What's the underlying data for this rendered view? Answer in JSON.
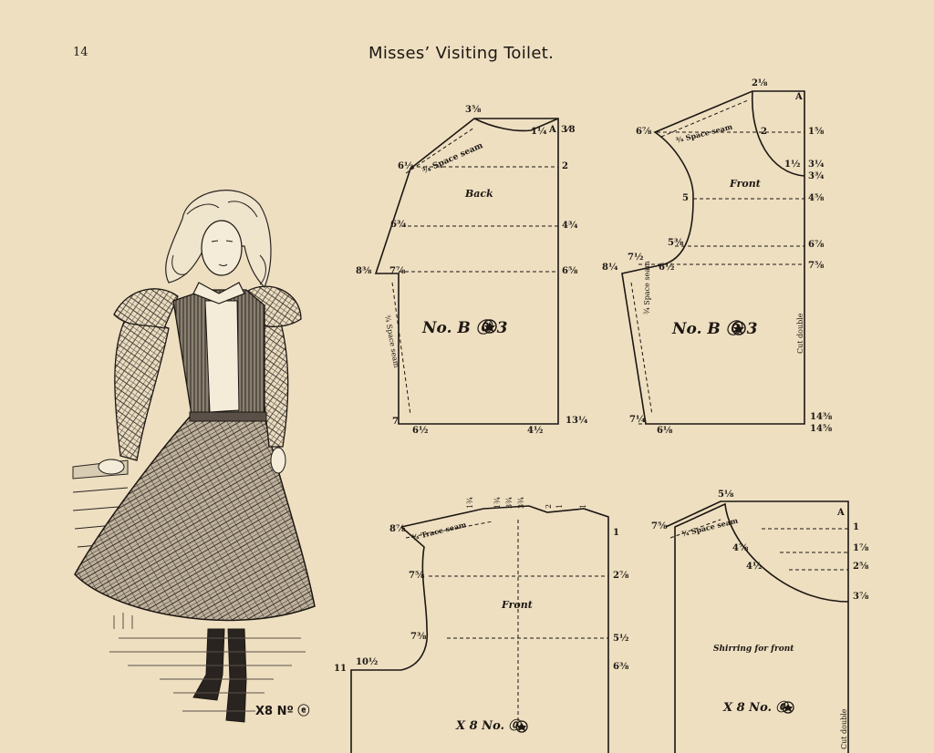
{
  "header": {
    "page_number": "14",
    "title": "Misses’ Visiting Toilet."
  },
  "illustration": {
    "caption": "X8 Nº ⓔ"
  },
  "patterns": {
    "back": {
      "name": "Back",
      "number": "No. B ⓪ 3",
      "seam_label": "¾ Space seam",
      "labels": [
        "3⅝",
        "1¼",
        "A",
        "3⁄8",
        "6½",
        "2",
        "6¾",
        "4¾",
        "8⅜",
        "7⅞",
        "6⅝",
        "7",
        "6½",
        "4½",
        "13¼"
      ],
      "side_seam": "¾ Space seam"
    },
    "front_top": {
      "name": "Front",
      "number": "No. B ⓪ 3",
      "seam_label": "¾ Space seam",
      "labels": [
        "2⅛",
        "A",
        "6⅞",
        "2",
        "1⅝",
        "1½",
        "3¼",
        "3¾",
        "5",
        "4⅝",
        "5⅜",
        "6⅞",
        "7½",
        "8¼",
        "6½",
        "7⅝",
        "7¼",
        "6⅛",
        "14⅜",
        "14⅝"
      ],
      "side_seam": "¾ Space seam",
      "fold": "Cut double"
    },
    "front_bottom_left": {
      "name": "Front",
      "number": "X 8 No. ⓪",
      "seam_label": "¾ Trace seam",
      "top_labels": [
        "1¾",
        "1¾",
        "3¾",
        "3¾",
        "2",
        "1",
        "1"
      ],
      "labels": [
        "8⅞",
        "1",
        "7⅝",
        "2⅞",
        "7⅜",
        "5½",
        "11",
        "10½",
        "6⅜"
      ]
    },
    "shirring_front": {
      "name": "Shirring for front",
      "number": "X 8 No. ⓪",
      "seam_label": "¾ Space seam",
      "labels": [
        "5⅛",
        "A",
        "7⅝",
        "1",
        "4⅞",
        "1⅞",
        "4½",
        "2⅝",
        "3⅞"
      ],
      "fold": "Cut double"
    }
  }
}
